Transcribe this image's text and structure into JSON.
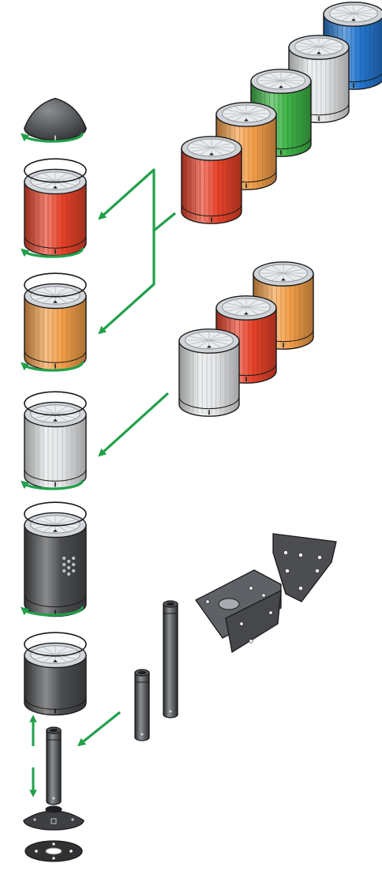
{
  "colors": {
    "arrow": "#21a04a",
    "red": "#e8432a",
    "orange": "#f4a04a",
    "green": "#3fb548",
    "white": "#e4e6e8",
    "blue": "#2577cf",
    "dark": "#4a4c4f",
    "lens": "#d2d6da",
    "outline": "#1a1a1a"
  },
  "stack_components": [
    {
      "id": "top-cap",
      "kind": "cap",
      "color": "dark"
    },
    {
      "id": "red-module",
      "kind": "light-module",
      "color": "red"
    },
    {
      "id": "orange-module",
      "kind": "light-module",
      "color": "orange"
    },
    {
      "id": "white-module",
      "kind": "light-module",
      "color": "white"
    },
    {
      "id": "buzzer-module",
      "kind": "buzzer-module",
      "color": "dark"
    },
    {
      "id": "connection-module",
      "kind": "base-module",
      "color": "dark"
    },
    {
      "id": "tube",
      "kind": "tube",
      "color": "dark"
    },
    {
      "id": "foot",
      "kind": "foot",
      "color": "dark"
    },
    {
      "id": "gasket",
      "kind": "gasket",
      "color": "dark"
    }
  ],
  "alternative_modules_row_1": [
    "red",
    "orange",
    "green",
    "white",
    "blue"
  ],
  "alternative_modules_row_2": [
    "white",
    "red",
    "orange"
  ],
  "mounting_options": [
    "short-tube",
    "long-tube",
    "wall-bracket",
    "mounting-plate"
  ]
}
